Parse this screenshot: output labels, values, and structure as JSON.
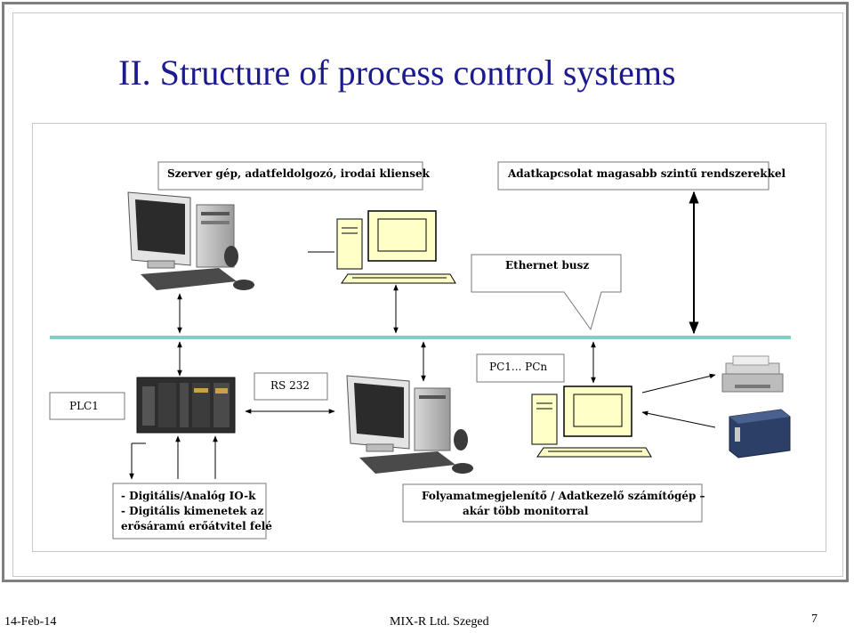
{
  "slide": {
    "title": "II. Structure of process control systems",
    "footer_date": "14-Feb-14",
    "footer_org": "MIX-R Ltd. Szeged",
    "page_number": "7"
  },
  "diagram": {
    "server_label": "Szerver gép, adatfeldolgozó, irodai kliensek",
    "higher_level_label": "Adatkapcsolat magasabb szintű rendszerekkel",
    "ethernet_label": "Ethernet busz",
    "plc_label": "PLC1",
    "rs232_label": "RS 232",
    "pc_label": "PC1... PCn",
    "io_lines": [
      "- Digitális/Analóg IO-k",
      "- Digitális kimenetek az",
      "erősáramú erőátvitel felé"
    ],
    "display_lines": [
      "Folyamatmegjelenítő / Adatkezelő számítógép –",
      "akár több monitorral"
    ],
    "colors": {
      "title": "#1b1b8f",
      "ethernet_bus": "#7ecfc6",
      "pc_screen_fill": "#ffffc8",
      "outline": "#000000"
    }
  }
}
